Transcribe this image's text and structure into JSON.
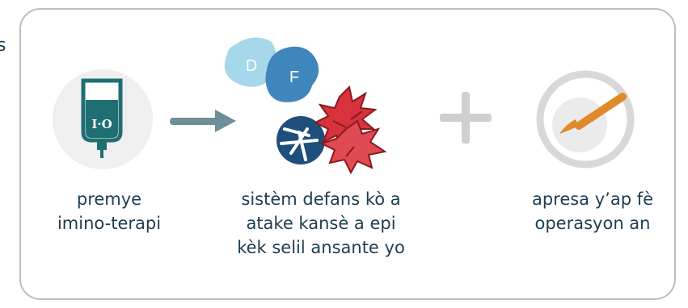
{
  "edge_fragment": "s",
  "icons": {
    "iv_bag_label": "I·O",
    "antibody_d": "D",
    "antibody_f": "F"
  },
  "steps": [
    {
      "lines": [
        "premye",
        "imino-terapi"
      ]
    },
    {
      "lines": [
        "sistèm defans kò a",
        "atake kansè a epi",
        "kèk selil ansante yo"
      ]
    },
    {
      "lines": [
        "apresa y’ap fè",
        "operasyon an"
      ]
    }
  ],
  "colors": {
    "navy": "#1d4f7a",
    "teal": "#1f6f72",
    "arrow": "#6e8f98",
    "plus": "#cfcfcf",
    "red": "#d8323c",
    "orange": "#e08a2c",
    "light_blue": "#a6d7ea",
    "mid_blue": "#3f86bd"
  }
}
